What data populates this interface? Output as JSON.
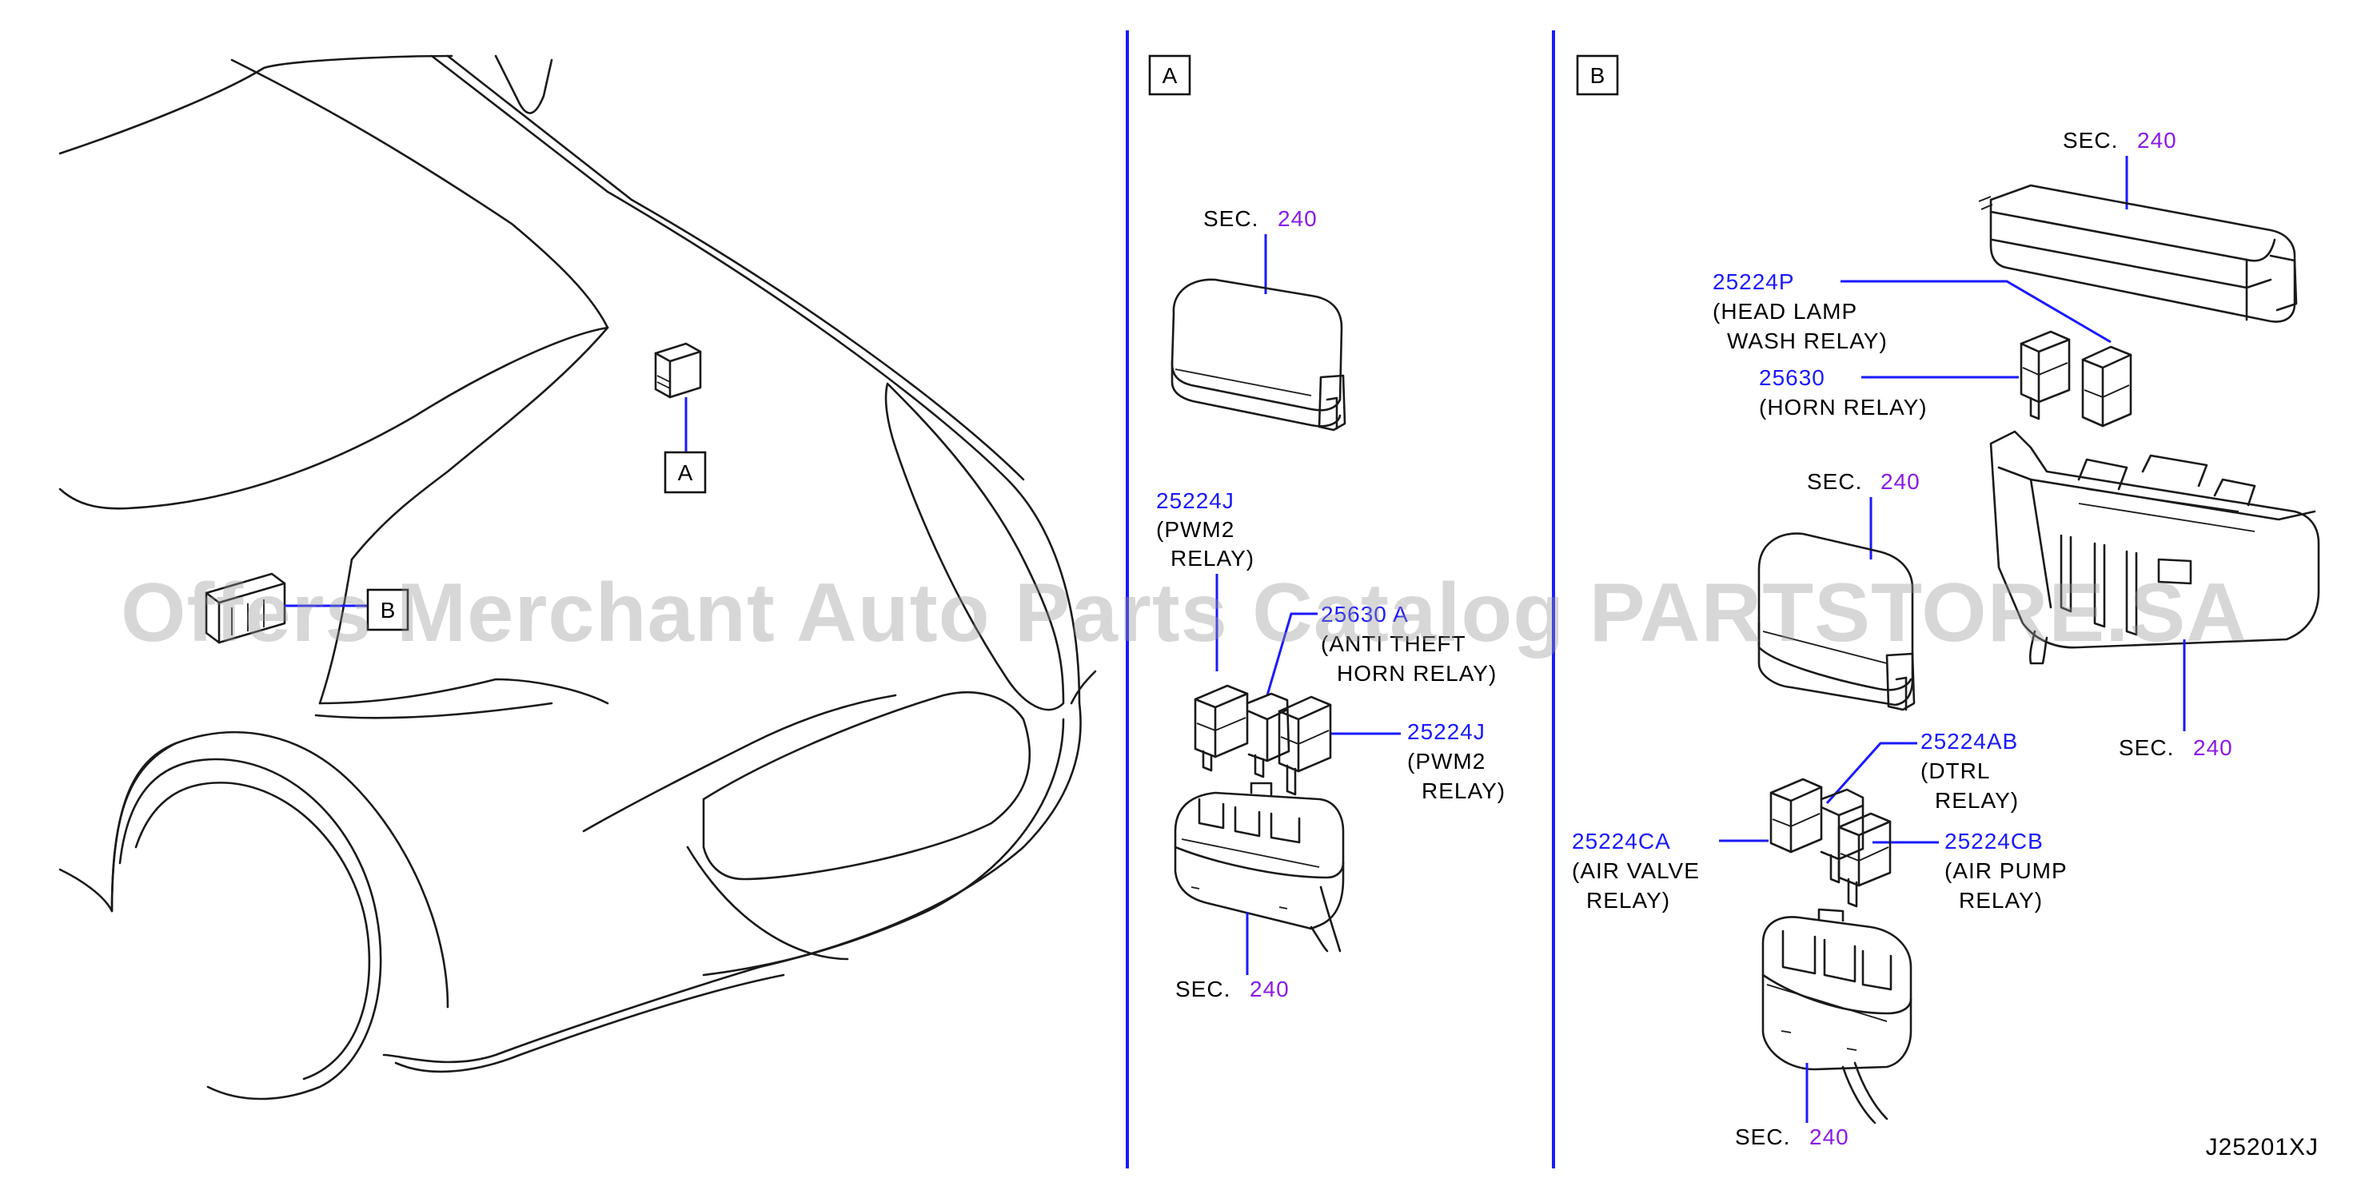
{
  "diagram": {
    "panel_a": {
      "tag": "A",
      "sec_top": {
        "prefix": "SEC.",
        "num": "240"
      },
      "sec_bottom": {
        "prefix": "SEC.",
        "num": "240"
      },
      "relay_1": {
        "part": "25224J",
        "name_1": "(PWM2",
        "name_2": "RELAY)"
      },
      "relay_2": {
        "part": "25630 A",
        "name_1": "(ANTI   THEFT",
        "name_2": "HORN   RELAY)"
      },
      "relay_3": {
        "part": "25224J",
        "name_1": "(PWM2",
        "name_2": "RELAY)"
      }
    },
    "panel_b": {
      "tag": "B",
      "sec_1": {
        "prefix": "SEC.",
        "num": "240"
      },
      "sec_2": {
        "prefix": "SEC.",
        "num": "240"
      },
      "sec_3": {
        "prefix": "SEC.",
        "num": "240"
      },
      "sec_4": {
        "prefix": "SEC.",
        "num": "240"
      },
      "relay_head_lamp": {
        "part": "25224P",
        "name_1": "(HEAD   LAMP",
        "name_2": "WASH   RELAY)"
      },
      "relay_horn": {
        "part": "25630",
        "name_1": "(HORN   RELAY)"
      },
      "relay_dtrl": {
        "part": "25224AB",
        "name_1": "(DTRL",
        "name_2": "RELAY)"
      },
      "relay_air_valve": {
        "part": "25224CA",
        "name_1": "(AIR   VALVE",
        "name_2": "RELAY)"
      },
      "relay_air_pump": {
        "part": "25224CB",
        "name_1": "(AIR   PUMP",
        "name_2": "RELAY)"
      }
    },
    "car_callouts": {
      "a": "A",
      "b": "B"
    },
    "drawing_code": "J25201XJ",
    "watermark": "Offers Merchant Auto Parts Catalog PARTSTORE.SA"
  },
  "colors": {
    "part_number": "#1a1aff",
    "section_number": "#8a1ae6",
    "line": "#1a1a1a",
    "divider": "#1a1aff"
  }
}
